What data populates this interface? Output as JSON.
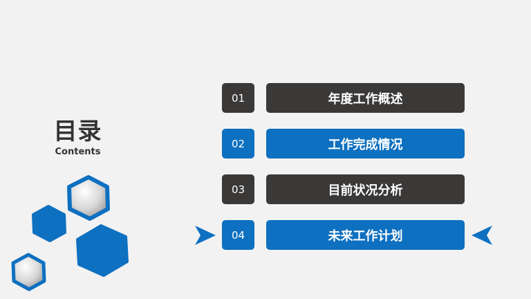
{
  "title": {
    "main": "目录",
    "sub": "Contents"
  },
  "menu": [
    {
      "number": "01",
      "label": "年度工作概述",
      "style": "dark"
    },
    {
      "number": "02",
      "label": "工作完成情况",
      "style": "blue"
    },
    {
      "number": "03",
      "label": "目前状况分析",
      "style": "dark"
    },
    {
      "number": "04",
      "label": "未来工作计划",
      "style": "blue",
      "selected": true
    }
  ],
  "colors": {
    "dark": "#3b3838",
    "blue": "#0e70c0",
    "background": "#f2f2f2",
    "silver": "#cfcfcf"
  },
  "icons": [
    "hexagon-decoration",
    "left-pointer-arrow-icon",
    "right-pointer-arrow-icon"
  ]
}
